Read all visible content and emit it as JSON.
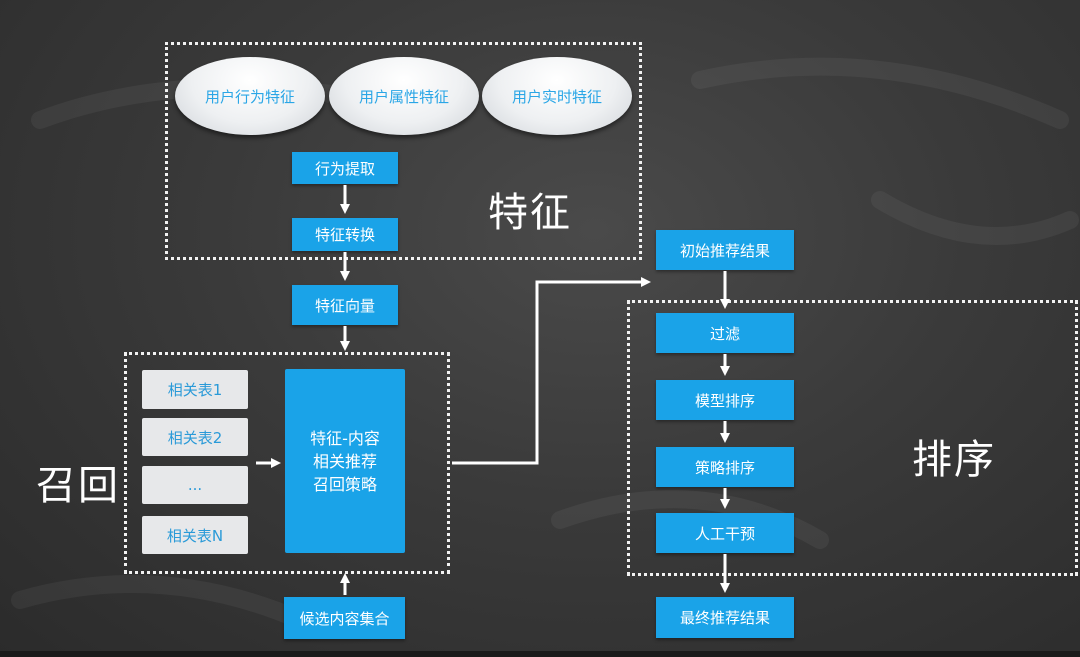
{
  "feature_section": {
    "label": "特征",
    "sources": [
      "用户行为特征",
      "用户属性特征",
      "用户实时特征"
    ],
    "steps": [
      "行为提取",
      "特征转换"
    ]
  },
  "feature_vector": "特征向量",
  "recall_section": {
    "label": "召回",
    "tables": [
      "相关表1",
      "相关表2",
      "...",
      "相关表N"
    ],
    "strategy_lines": [
      "特征-内容",
      "相关推荐",
      "召回策略"
    ],
    "candidate_set": "候选内容集合"
  },
  "initial_result": "初始推荐结果",
  "ranking_section": {
    "label": "排序",
    "steps": [
      "过滤",
      "模型排序",
      "策略排序",
      "人工干预"
    ]
  },
  "final_result": "最终推荐结果"
}
